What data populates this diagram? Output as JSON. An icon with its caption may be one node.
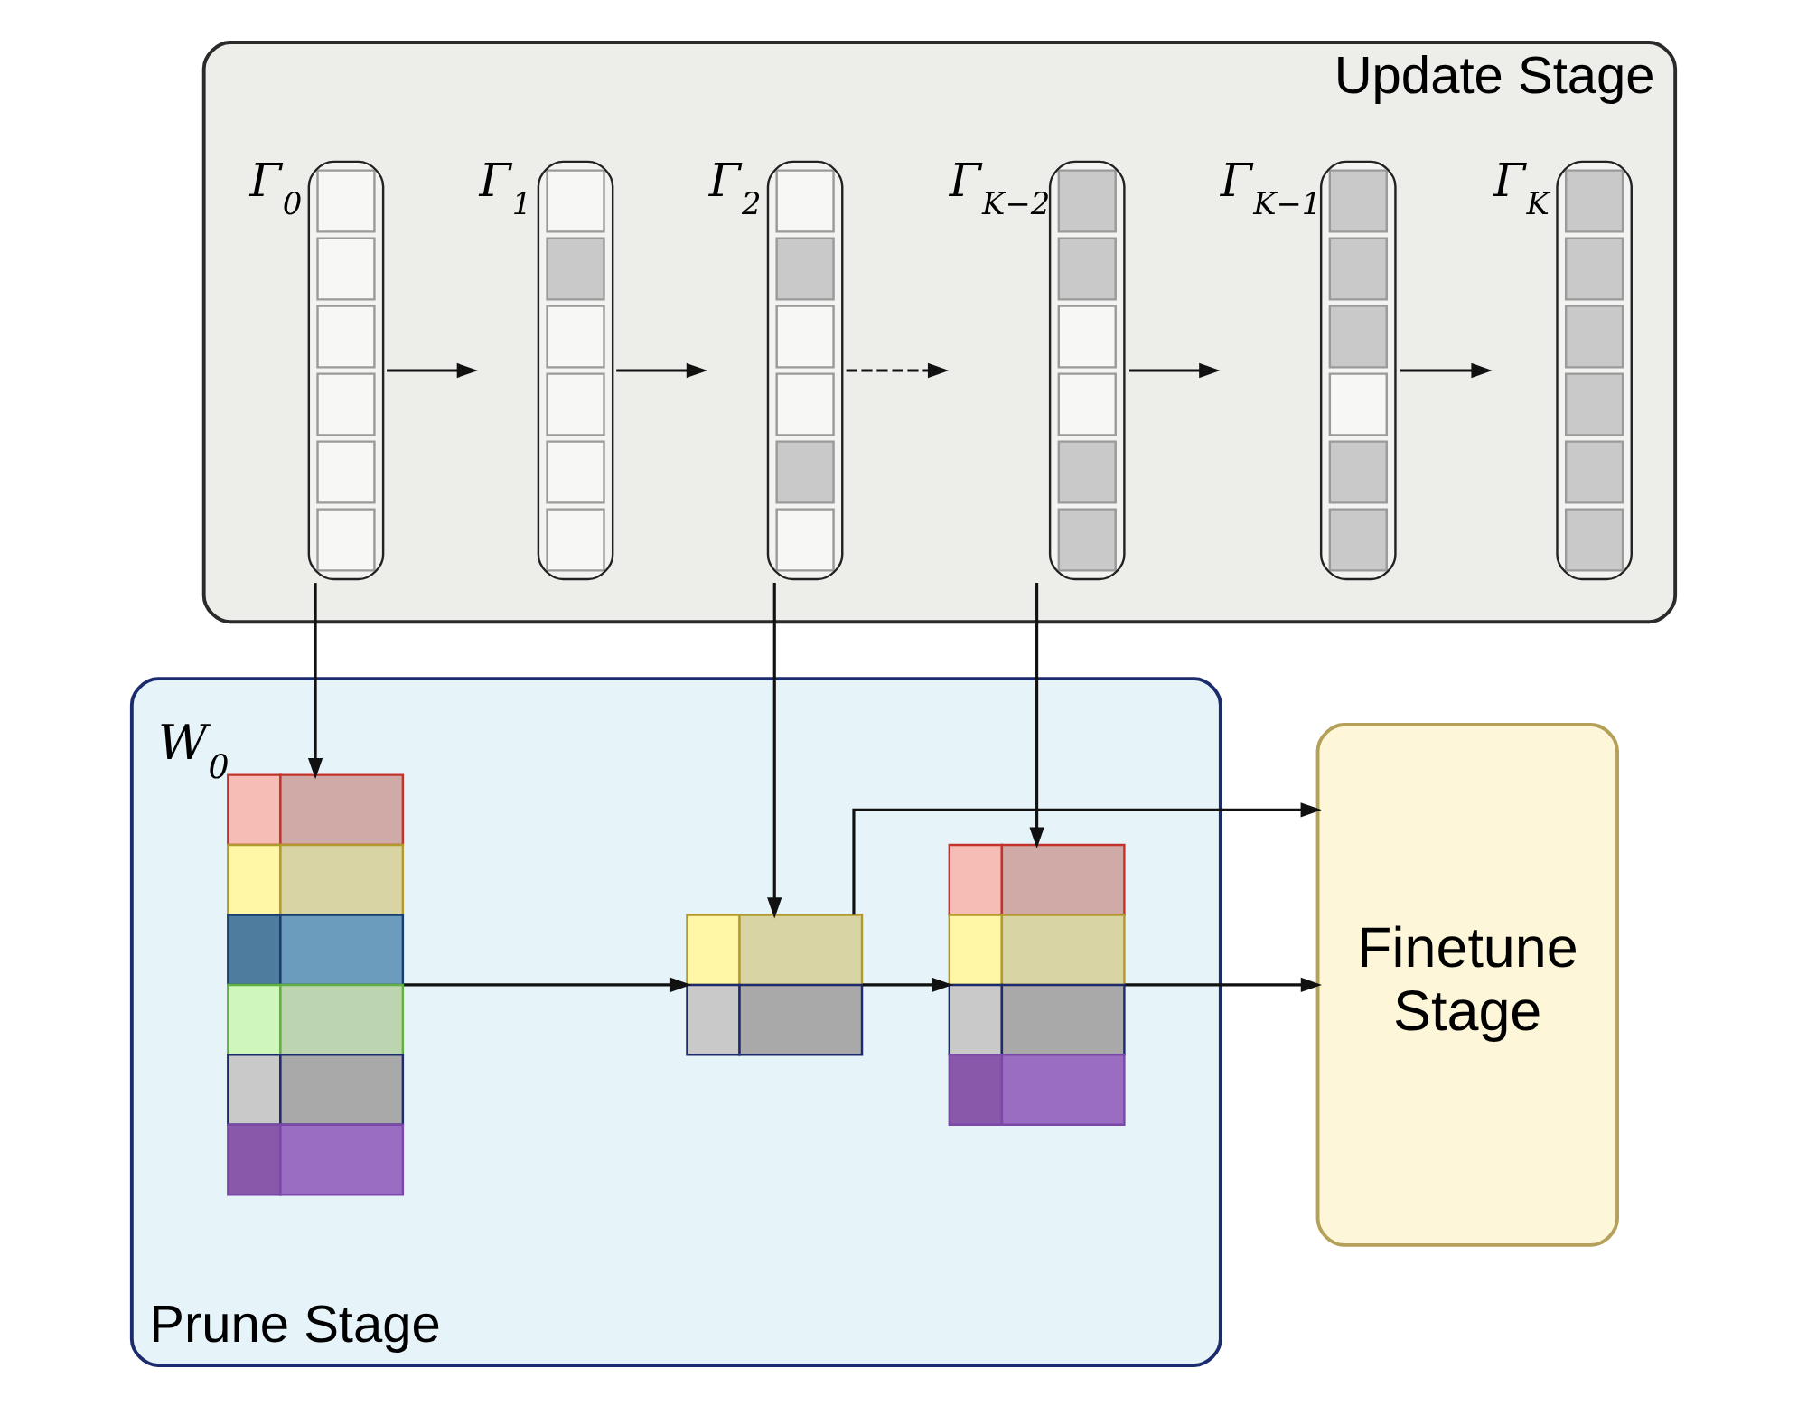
{
  "diagram": {
    "nodes": [
      {
        "text": [
          "Update Stage"
        ]
      },
      {
        "text": [
          "Γ$_{0}$"
        ],
        "in": 0
      },
      {
        "text": [
          "Γ$_{1}$"
        ],
        "in": 0
      },
      {
        "text": [
          "Γ$_{2}$"
        ],
        "in": 0
      },
      {
        "text": [
          "Γ$_{K−2}$"
        ],
        "in": 0
      },
      {
        "text": [
          "Γ$_{K−1}$"
        ],
        "in": 0
      },
      {
        "text": [
          "Γ$_{K}$"
        ],
        "in": 0
      },
      {
        "text": [
          "Prune Stage"
        ]
      },
      {
        "text": [],
        "shape": "picture",
        "in": 7,
        "beside": [
          "W$_{0}$"
        ]
      },
      {
        "text": [],
        "shape": "picture",
        "in": 7
      },
      {
        "text": [],
        "shape": "picture",
        "in": 7
      },
      {
        "text": [
          "Finetune Stage"
        ]
      }
    ],
    "edges": [
      {
        "from": 1,
        "to": 2,
        "arrow": "to"
      },
      {
        "from": 2,
        "to": 3,
        "arrow": "to"
      },
      {
        "from": 3,
        "to": 4,
        "arrow": "to",
        "style": "dashed"
      },
      {
        "from": 4,
        "to": 5,
        "arrow": "to"
      },
      {
        "from": 5,
        "to": 6,
        "arrow": "to"
      },
      {
        "from": 1,
        "to": 8,
        "arrow": "to"
      },
      {
        "from": 3,
        "to": 9,
        "arrow": "to"
      },
      {
        "from": 4,
        "to": 10,
        "arrow": "to"
      },
      {
        "from": 8,
        "to": 9,
        "arrow": "to"
      },
      {
        "from": 9,
        "to": 10,
        "arrow": "to"
      },
      {
        "from": 10,
        "to": 11,
        "arrow": "to"
      },
      {
        "from": 9,
        "to": 11,
        "arrow": "to"
      }
    ]
  }
}
